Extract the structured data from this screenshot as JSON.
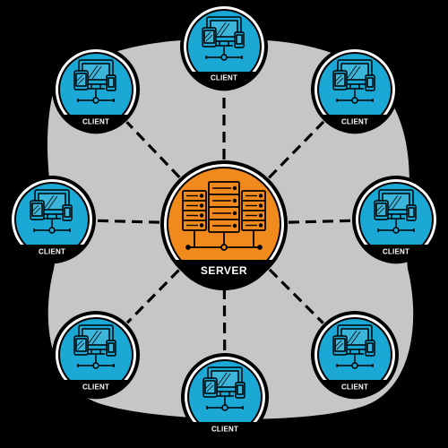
{
  "colors": {
    "background": "#000000",
    "blob": "#c6c6c6",
    "client_fill": "#1ba8d5",
    "client_ring": "#ffffff",
    "node_border": "#000000",
    "server_fill": "#f08a1d",
    "server_ring": "#ffffff",
    "connector": "#000000",
    "label_text": "#ffffff"
  },
  "server": {
    "label": "SERVER",
    "icon": "server-rack-icon"
  },
  "clients": [
    {
      "label": "CLIENT",
      "icon": "devices-icon"
    },
    {
      "label": "CLIENT",
      "icon": "devices-icon"
    },
    {
      "label": "CLIENT",
      "icon": "devices-icon"
    },
    {
      "label": "CLIENT",
      "icon": "devices-icon"
    },
    {
      "label": "CLIENT",
      "icon": "devices-icon"
    },
    {
      "label": "CLIENT",
      "icon": "devices-icon"
    },
    {
      "label": "CLIENT",
      "icon": "devices-icon"
    },
    {
      "label": "CLIENT",
      "icon": "devices-icon"
    }
  ]
}
